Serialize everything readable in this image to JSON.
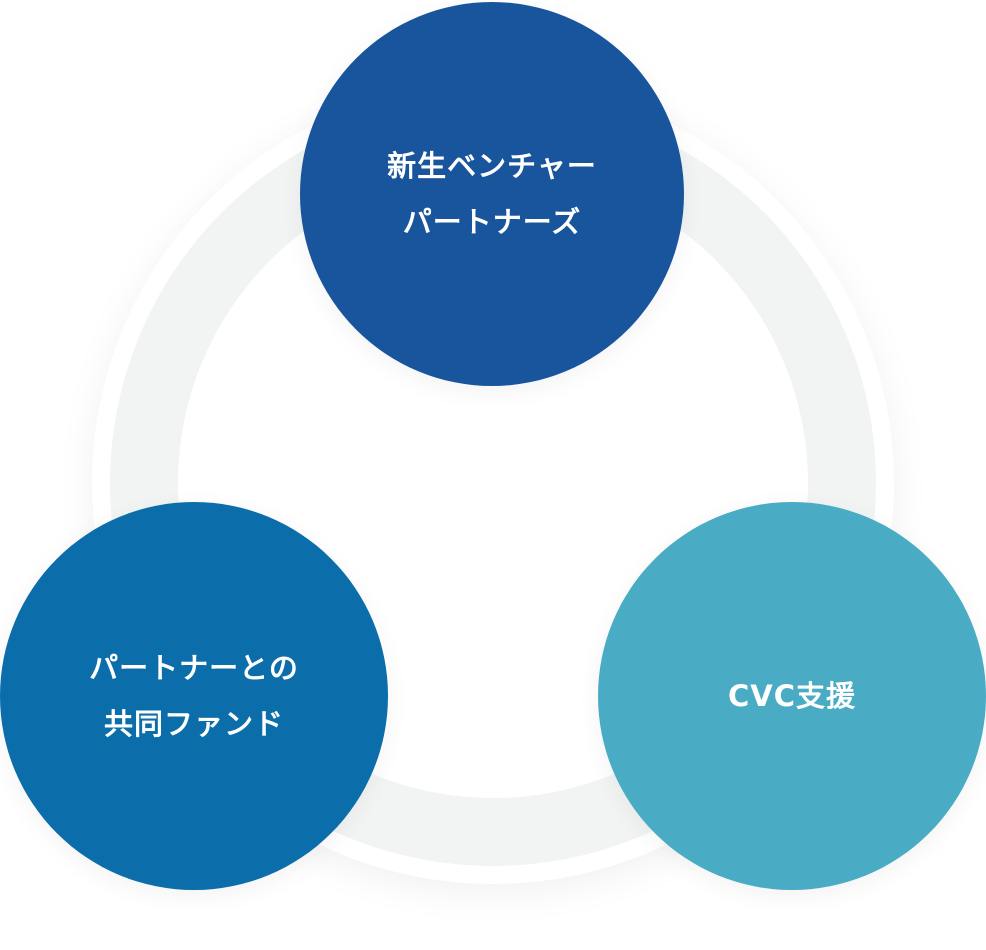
{
  "nodes": [
    {
      "id": "new-venture-partners",
      "lines": [
        "新生ベンチャー",
        "パートナーズ"
      ],
      "color": "#19559c"
    },
    {
      "id": "partner-joint-fund",
      "lines": [
        "パートナーとの",
        "共同ファンド"
      ],
      "color": "#0b6eaa"
    },
    {
      "id": "cvc-support",
      "lines": [
        "CVC支援"
      ],
      "color": "#4aacc4"
    }
  ],
  "ring": {
    "band_color": "#f2f4f4"
  }
}
